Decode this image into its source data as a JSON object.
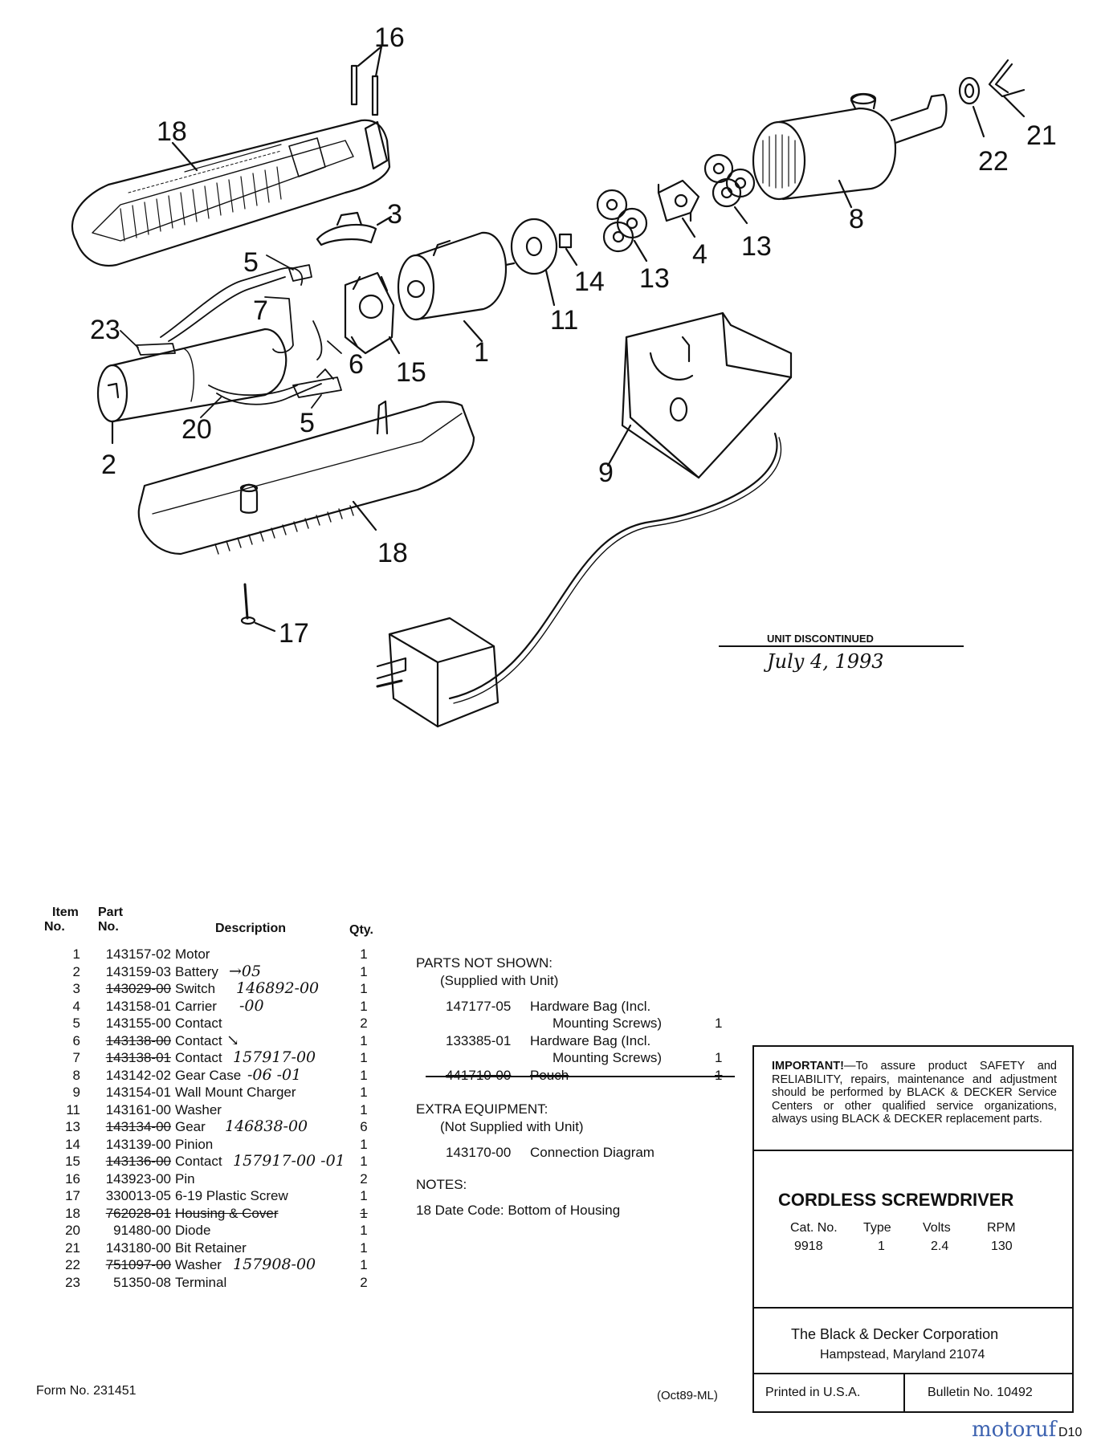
{
  "callouts": [
    {
      "id": "16",
      "label": "16"
    },
    {
      "id": "18a",
      "label": "18"
    },
    {
      "id": "3",
      "label": "3"
    },
    {
      "id": "5a",
      "label": "5"
    },
    {
      "id": "7",
      "label": "7"
    },
    {
      "id": "23",
      "label": "23"
    },
    {
      "id": "6",
      "label": "6"
    },
    {
      "id": "15",
      "label": "15"
    },
    {
      "id": "1",
      "label": "1"
    },
    {
      "id": "11",
      "label": "11"
    },
    {
      "id": "14",
      "label": "14"
    },
    {
      "id": "13a",
      "label": "13"
    },
    {
      "id": "4",
      "label": "4"
    },
    {
      "id": "13b",
      "label": "13"
    },
    {
      "id": "8",
      "label": "8"
    },
    {
      "id": "22",
      "label": "22"
    },
    {
      "id": "21",
      "label": "21"
    },
    {
      "id": "20",
      "label": "20"
    },
    {
      "id": "5b",
      "label": "5"
    },
    {
      "id": "2",
      "label": "2"
    },
    {
      "id": "9",
      "label": "9"
    },
    {
      "id": "18b",
      "label": "18"
    },
    {
      "id": "17",
      "label": "17"
    }
  ],
  "discontinued": {
    "label": "UNIT DISCONTINUED",
    "date": "July 4, 1993"
  },
  "parts_table": {
    "headers": {
      "item_line1": "Item",
      "item_line2": "No.",
      "part_line1": "Part",
      "part_line2": "No.",
      "description": "Description",
      "qty": "Qty."
    },
    "rows": [
      {
        "item": "1",
        "part": "143157-02",
        "desc": "Motor",
        "qty": "1",
        "note": ""
      },
      {
        "item": "2",
        "part": "143159-03",
        "desc": "Battery",
        "qty": "1",
        "note": "→05"
      },
      {
        "item": "3",
        "part": "143029-00",
        "desc": "Switch",
        "qty": "1",
        "note": "146892-00"
      },
      {
        "item": "4",
        "part": "143158-01",
        "desc": "Carrier",
        "qty": "1",
        "note": "-00"
      },
      {
        "item": "5",
        "part": "143155-00",
        "desc": "Contact",
        "qty": "2",
        "note": ""
      },
      {
        "item": "6",
        "part": "143138-00",
        "desc": "Contact",
        "qty": "1",
        "note": "↘"
      },
      {
        "item": "7",
        "part": "143138-01",
        "desc": "Contact",
        "qty": "1",
        "note": "157917-00"
      },
      {
        "item": "8",
        "part": "143142-02",
        "desc": "Gear Case",
        "qty": "1",
        "note": "-06 -01"
      },
      {
        "item": "9",
        "part": "143154-01",
        "desc": "Wall Mount Charger",
        "qty": "1",
        "note": ""
      },
      {
        "item": "11",
        "part": "143161-00",
        "desc": "Washer",
        "qty": "1",
        "note": ""
      },
      {
        "item": "13",
        "part": "143134-00",
        "desc": "Gear",
        "qty": "6",
        "note": "146838-00"
      },
      {
        "item": "14",
        "part": "143139-00",
        "desc": "Pinion",
        "qty": "1",
        "note": ""
      },
      {
        "item": "15",
        "part": "143136-00",
        "desc": "Contact",
        "qty": "1",
        "note": "157917-00 -01"
      },
      {
        "item": "16",
        "part": "143923-00",
        "desc": "Pin",
        "qty": "2",
        "note": ""
      },
      {
        "item": "17",
        "part": "330013-05",
        "desc": "6-19 Plastic Screw",
        "qty": "1",
        "note": ""
      },
      {
        "item": "18",
        "part": "762028-01",
        "desc": "Housing & Cover",
        "qty": "1",
        "note": ""
      },
      {
        "item": "20",
        "part": "91480-00",
        "desc": "Diode",
        "qty": "1",
        "note": ""
      },
      {
        "item": "21",
        "part": "143180-00",
        "desc": "Bit Retainer",
        "qty": "1",
        "note": ""
      },
      {
        "item": "22",
        "part": "751097-00",
        "desc": "Washer",
        "qty": "1",
        "note": "157908-00"
      },
      {
        "item": "23",
        "part": "51350-08",
        "desc": "Terminal",
        "qty": "2",
        "note": ""
      }
    ]
  },
  "parts_not_shown": {
    "heading": "PARTS NOT SHOWN:",
    "sub": "(Supplied with Unit)",
    "rows": [
      {
        "part": "147177-05",
        "line1": "Hardware Bag (Incl.",
        "line2": "Mounting Screws)",
        "qty": "1"
      },
      {
        "part": "133385-01",
        "line1": "Hardware Bag (Incl.",
        "line2": "Mounting Screws)",
        "qty": "1"
      },
      {
        "part": "441710-00",
        "line1": "Pouch",
        "qty": "1"
      }
    ]
  },
  "extra_equipment": {
    "heading": "EXTRA EQUIPMENT:",
    "sub": "(Not Supplied with Unit)",
    "part": "143170-00",
    "desc": "Connection Diagram"
  },
  "notes": {
    "heading": "NOTES:",
    "text": "18  Date Code: Bottom of Housing"
  },
  "important": {
    "lead": "IMPORTANT!",
    "text": "—To assure product SAFETY and RELIABILITY, repairs, maintenance and adjustment should be performed by BLACK & DECKER Service Centers or other qualified service organizations, always using BLACK & DECKER replacement parts."
  },
  "product": {
    "title": "CORDLESS SCREWDRIVER",
    "spec_headers": [
      "Cat. No.",
      "Type",
      "Volts",
      "RPM"
    ],
    "spec_values": [
      "9918",
      "1",
      "2.4",
      "130"
    ]
  },
  "company": {
    "name": "The Black & Decker Corporation",
    "address": "Hampstead, Maryland 21074"
  },
  "footer": {
    "form": "Form No. 231451",
    "date_code": "(Oct89-ML)",
    "printed": "Printed in U.S.A.",
    "bulletin": "Bulletin No. 10492",
    "watermark": "motoruf",
    "page_code": "D10"
  }
}
